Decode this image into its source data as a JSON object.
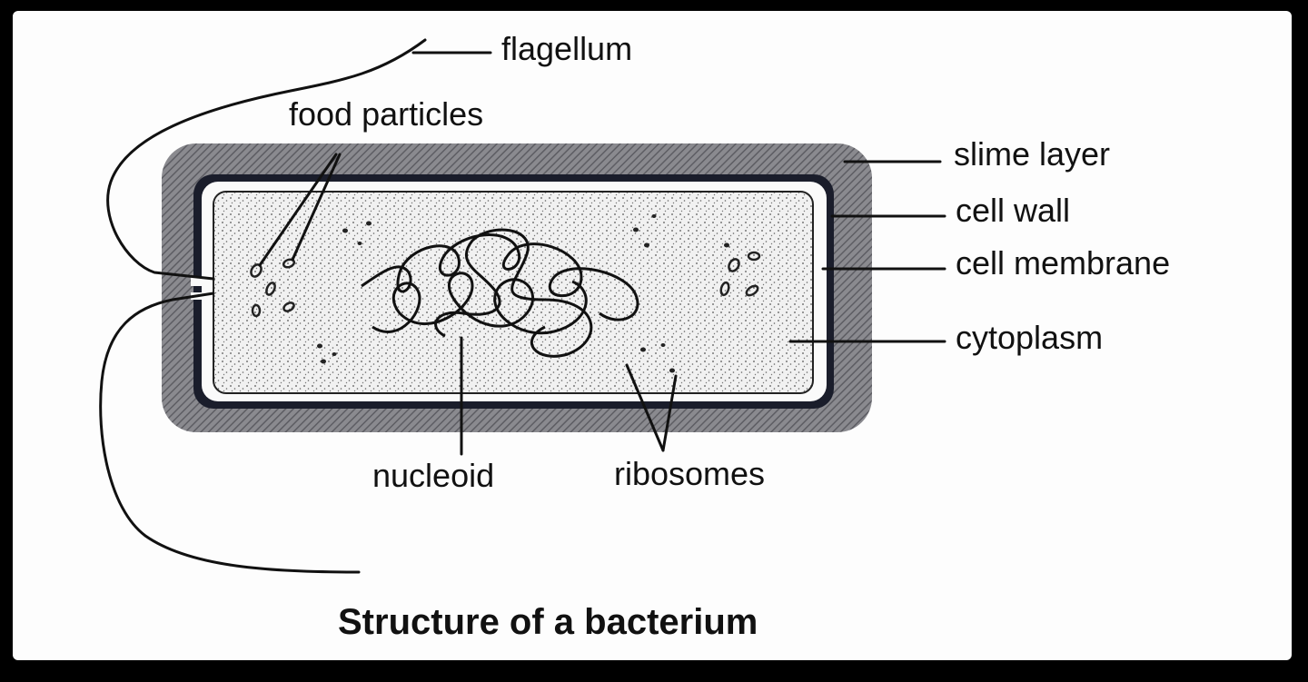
{
  "labels": {
    "flagellum": "flagellum",
    "food_particles": "food particles",
    "slime_layer": "slime layer",
    "cell_wall": "cell wall",
    "cell_membrane": "cell membrane",
    "cytoplasm": "cytoplasm",
    "nucleoid": "nucleoid",
    "ribosomes": "ribosomes"
  },
  "caption": "Structure of a bacterium"
}
